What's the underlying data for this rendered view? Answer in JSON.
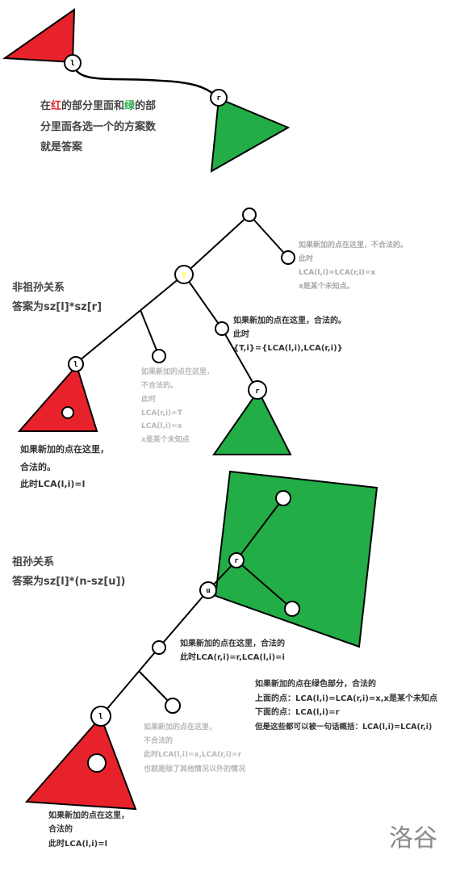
{
  "colors": {
    "red": "#e8222b",
    "green": "#22ad47",
    "red_text": "#e8222b",
    "green_text": "#22ad47",
    "node_yellow": "#ffff00"
  },
  "top": {
    "node_left": "l",
    "node_right": "r",
    "caption_part1": "在",
    "caption_red": "红",
    "caption_part2": "的部分里面和",
    "caption_green": "绿",
    "caption_part3": "的部",
    "caption_line2": "分里面各选一个的方案数",
    "caption_line3": "就是答案"
  },
  "middle": {
    "node_T": "T",
    "node_l": "l",
    "node_r": "r",
    "title_line1": "非祖孙关系",
    "title_line2": "答案为sz[l]*sz[r]",
    "note_top_right": [
      "如果新加的点在这里，不合法的。",
      "此时",
      "LCA(l,i)=LCA(r,i)=x",
      "x是某个未知点。"
    ],
    "note_mid": [
      "如果新加的点在这里，合法的。",
      "此时",
      "{T,i}={LCA(l,i),LCA(r,i)}"
    ],
    "note_mid_left": [
      "如果新加的点在这里，",
      "不合法的。",
      "此时",
      "LCA(r,i)=T",
      "LCA(l,i)=x",
      "x是某个未知点"
    ],
    "note_red": [
      "如果新加的点在这里，",
      "合法的。",
      "此时LCA(l,i)=l"
    ]
  },
  "bottom": {
    "node_r": "r",
    "node_u": "u",
    "node_l": "l",
    "title_line1": "祖孙关系",
    "title_line2": "答案为sz[l]*(n-sz[u])",
    "note_path": [
      "如果新加的点在这里，合法的",
      "此时LCA(r,i)=r,LCA(l,i)=i"
    ],
    "note_green": [
      "如果新加的点在绿色部分，合法的",
      "上面的点：LCA(l,i)=LCA(r,i)=x,x是某个未知点",
      "下面的点：LCA(l,i)=r",
      "但是这些都可以被一句话概括：LCA(l,i)=LCA(r,i)"
    ],
    "note_branch": [
      "如果新加的点在这里，",
      "不合法的",
      "此时LCA(l,i)=x,LCA(r,i)=r",
      "也就是除了其他情况以外的情况"
    ],
    "note_red": [
      "如果新加的点在这里，",
      "合法的",
      "此时LCA(l,i)=l"
    ]
  },
  "watermark": "洛谷"
}
